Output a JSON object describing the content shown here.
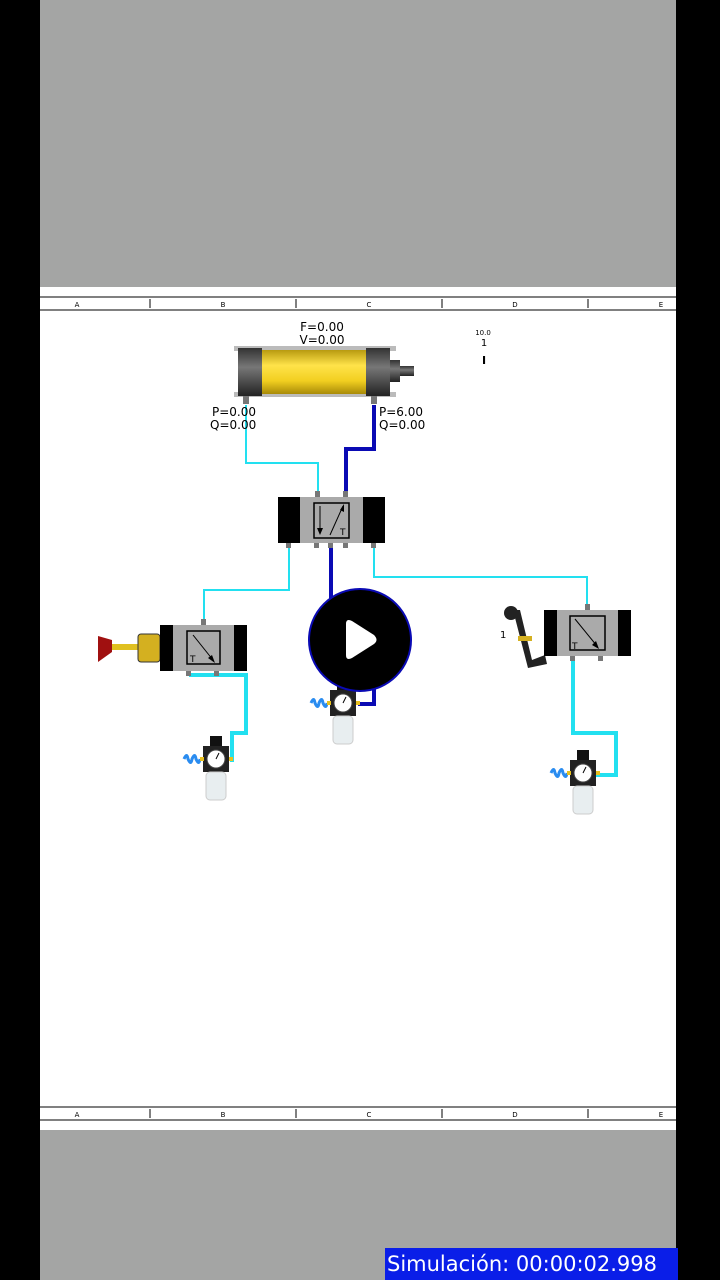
{
  "ruler": {
    "columns": [
      "A",
      "B",
      "C",
      "D",
      "E"
    ]
  },
  "cylinder": {
    "force": "F=0.00",
    "velocity": "V=0.00"
  },
  "port_left": {
    "pressure": "P=0.00",
    "flow": "Q=0.00"
  },
  "port_right": {
    "pressure": "P=6.00",
    "flow": "Q=0.00"
  },
  "counter": {
    "top": "10.0",
    "value": "1",
    "mark": "I"
  },
  "roller_label": "1",
  "valve_symbol": "T",
  "status": {
    "text": "Simulación: 00:00:02.998"
  },
  "colors": {
    "pressurized": "#0a0ab4",
    "exhaust": "#22e0f0",
    "status_bg": "#0a1ee8"
  },
  "icons": [
    "play-icon",
    "pneumatic-cylinder",
    "5-2-valve",
    "push-button-valve",
    "roller-lever-valve",
    "filter-regulator"
  ]
}
